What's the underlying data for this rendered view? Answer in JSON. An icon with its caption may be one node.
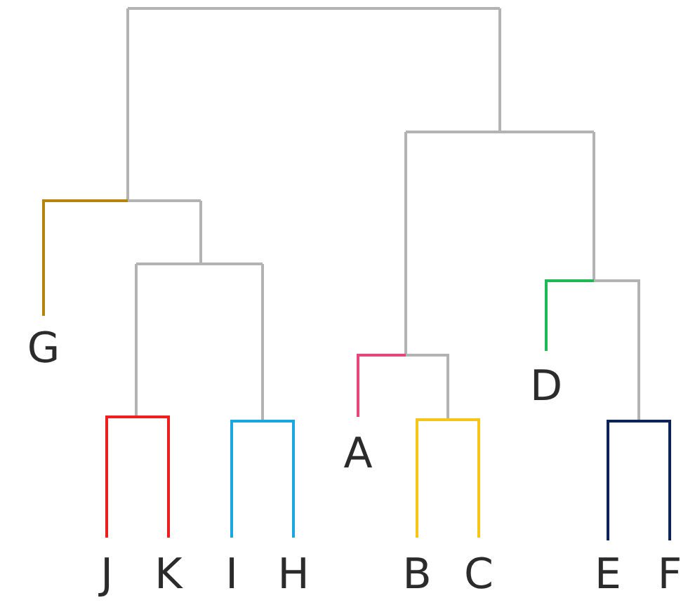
{
  "diagram": {
    "labels": [
      "G",
      "D",
      "A",
      "J",
      "K",
      "I",
      "H",
      "B",
      "C",
      "E",
      "F"
    ]
  }
}
